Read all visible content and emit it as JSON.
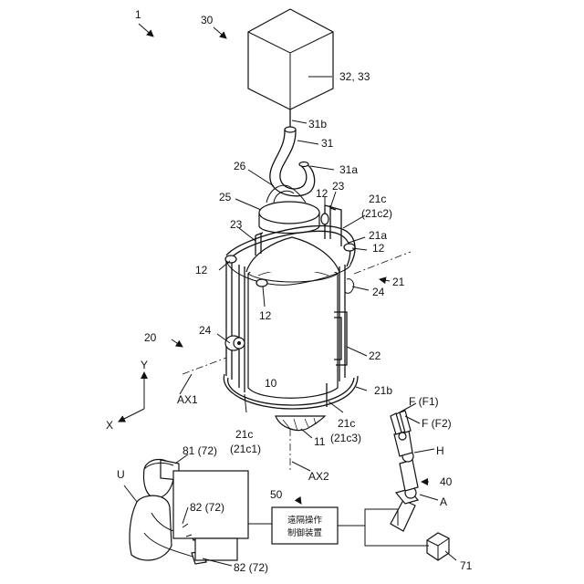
{
  "labels": {
    "l1": "1",
    "l30": "30",
    "l32_33": "32, 33",
    "l31b": "31b",
    "l31": "31",
    "l31a": "31a",
    "l26": "26",
    "l23_top": "23",
    "l25": "25",
    "l12_top": "12",
    "l21c_top": "21c",
    "l21c2": "(21c2)",
    "l23_left": "23",
    "l21a": "21a",
    "l12_right": "12",
    "l12_left": "12",
    "l21": "21",
    "l24_right": "24",
    "l12_bottom": "12",
    "l20": "20",
    "l24_left": "24",
    "l22": "22",
    "l10": "10",
    "l21b": "21b",
    "axis_y": "Y",
    "axis_x": "X",
    "ax1": "AX1",
    "l21c_left": "21c",
    "l21c1": "(21c1)",
    "l21c_right": "21c",
    "l21c3": "(21c3)",
    "l11": "11",
    "ax2": "AX2",
    "f_f1": "F (F1)",
    "f_f2": "F (F2)",
    "h": "H",
    "l40": "40",
    "a": "A",
    "l81_72": "81 (72)",
    "u": "U",
    "l50": "50",
    "l82_72_upper": "82 (72)",
    "l82_72_lower": "82 (72)",
    "l71": "71"
  },
  "device_box": {
    "line1": "遠隔操作",
    "line2": "制御装置"
  }
}
